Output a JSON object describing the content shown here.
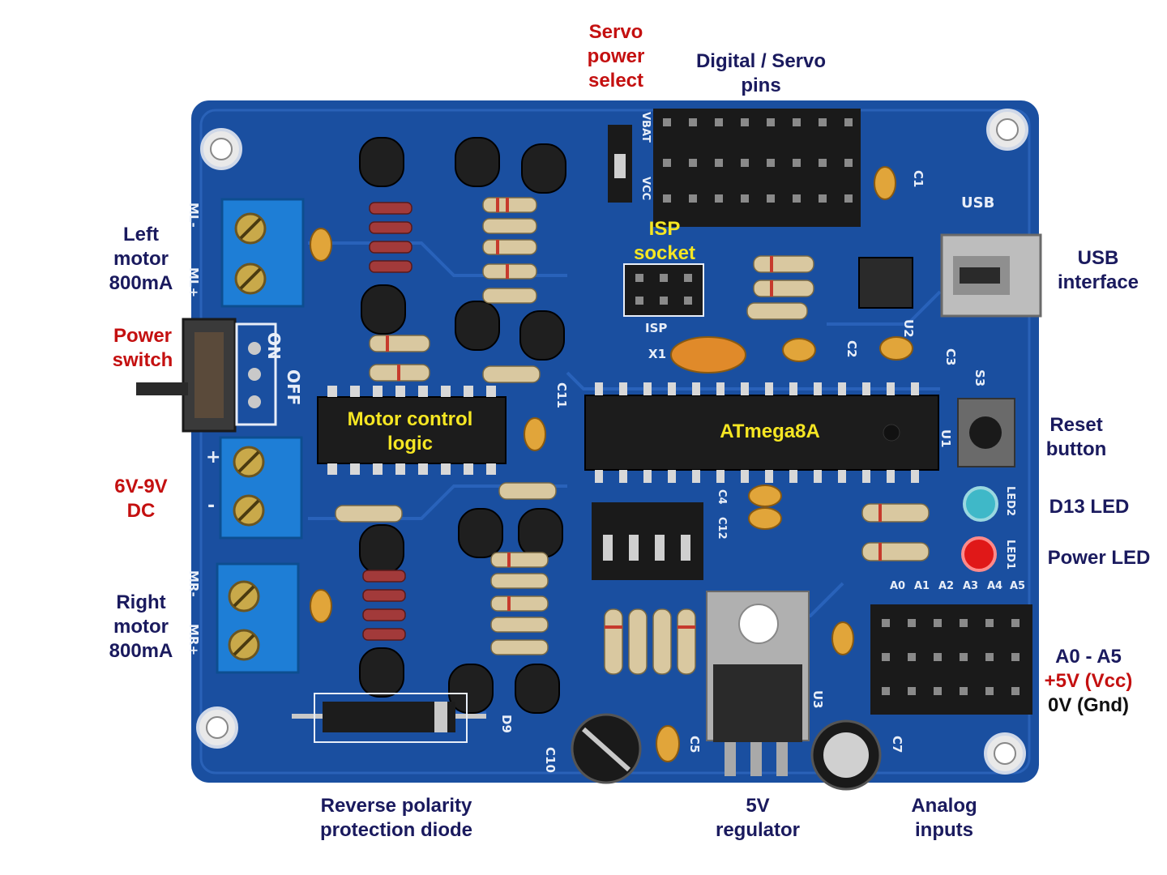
{
  "labels": {
    "servo_power_select": [
      "Servo",
      "power",
      "select"
    ],
    "digital_servo_pins": [
      "Digital / Servo",
      "pins"
    ],
    "left_motor": [
      "Left",
      "motor",
      "800mA"
    ],
    "power_switch": [
      "Power",
      "switch"
    ],
    "supply": [
      "6V-9V",
      "DC"
    ],
    "right_motor": [
      "Right",
      "motor",
      "800mA"
    ],
    "usb_interface": [
      "USB",
      "interface"
    ],
    "reset_button": [
      "Reset",
      "button"
    ],
    "d13_led": "D13 LED",
    "power_led": "Power LED",
    "analog_header": [
      "A0 - A5",
      "+5V (Vcc)",
      "0V (Gnd)"
    ],
    "reverse_diode": [
      "Reverse polarity",
      "protection diode"
    ],
    "regulator": [
      "5V",
      "regulator"
    ],
    "analog_inputs": [
      "Analog",
      "inputs"
    ]
  },
  "onboard": {
    "isp_socket": [
      "ISP",
      "socket"
    ],
    "motor_logic": [
      "Motor control",
      "logic"
    ],
    "mcu": "ATmega8A"
  },
  "silkscreen": {
    "usb": "USB",
    "on": "ON",
    "off": "OFF",
    "analog_pins": [
      "A0",
      "A1",
      "A2",
      "A3",
      "A4",
      "A5"
    ],
    "vbat": "VBAT",
    "vcc": "VCC",
    "x1": "X1",
    "u1": "U1",
    "u2": "U2",
    "u3": "U3",
    "led1": "LED1",
    "led2": "LED2",
    "c1": "C1",
    "c2": "C2",
    "c3": "C3",
    "c4": "C4",
    "c5": "C5",
    "c7": "C7",
    "c10": "C10",
    "c11": "C11",
    "c12": "C12",
    "d9": "D9",
    "s3": "S3",
    "isp": "ISP",
    "ml_minus": "ML-",
    "ml_plus": "ML+",
    "mr_minus": "MR-",
    "mr_plus": "MR+",
    "plus": "+",
    "minus": "-"
  },
  "colors": {
    "board": "#1a4fa0",
    "label_text": "#1a1a5e",
    "label_red": "#c41010",
    "onboard_text": "#f5e623"
  }
}
